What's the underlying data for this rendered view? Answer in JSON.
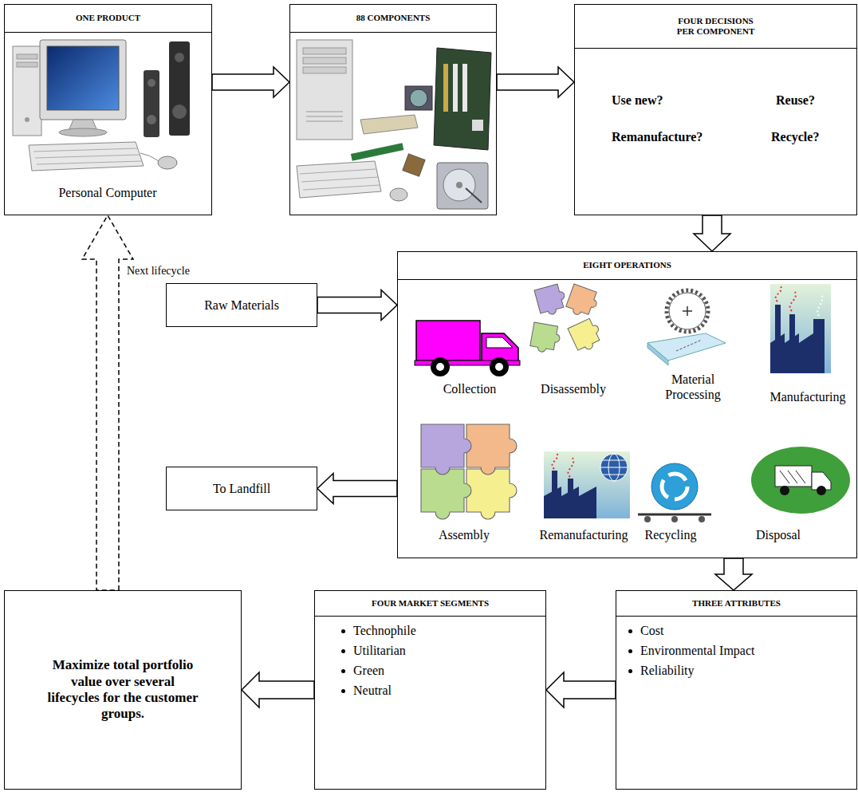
{
  "diagram": {
    "nodes": [
      {
        "text": [
          "ONE PRODUCT",
          "Personal Computer"
        ]
      },
      {
        "text": [
          "88 COMPONENTS"
        ]
      },
      {
        "text": [
          "FOUR DECISIONS PER COMPONENT",
          "Use new?",
          "Reuse?",
          "Remanufacture?",
          "Recycle?"
        ]
      },
      {
        "text": [
          "Raw Materials"
        ]
      },
      {
        "text": [
          "EIGHT OPERATIONS",
          "Collection",
          "Disassembly",
          "Material Processing",
          "Manufacturing",
          "Assembly",
          "Remanufacturing",
          "Recycling",
          "Disposal"
        ]
      },
      {
        "text": [
          "To Landfill"
        ]
      },
      {
        "text": [
          "Maximize total portfolio value over several lifecycles for the customer groups."
        ]
      },
      {
        "text": [
          "FOUR MARKET SEGMENTS",
          "Technophile",
          "Utilitarian",
          "Green",
          "Neutral"
        ]
      },
      {
        "text": [
          "THREE ATTRIBUTES",
          "Cost",
          "Environmental Impact",
          "Reliability"
        ]
      }
    ],
    "edges": [
      {
        "from": 0,
        "to": 1,
        "arrow": "to"
      },
      {
        "from": 1,
        "to": 2,
        "arrow": "to"
      },
      {
        "from": 2,
        "to": 4,
        "arrow": "to"
      },
      {
        "from": 3,
        "to": 4,
        "arrow": "to"
      },
      {
        "from": 4,
        "to": 5,
        "arrow": "to"
      },
      {
        "from": 4,
        "to": 8,
        "arrow": "to"
      },
      {
        "from": 8,
        "to": 7,
        "arrow": "to"
      },
      {
        "from": 7,
        "to": 6,
        "arrow": "to"
      },
      {
        "from": 6,
        "to": 0,
        "arrow": "to",
        "label": "Next lifecycle"
      }
    ]
  }
}
